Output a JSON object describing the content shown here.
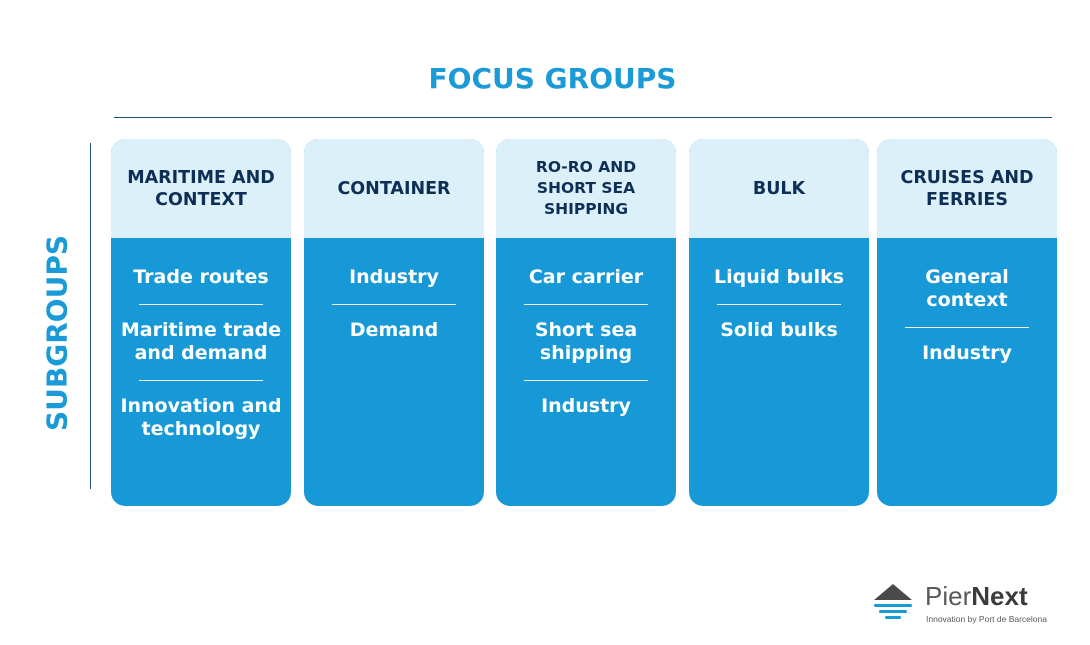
{
  "title": "FOCUS GROUPS",
  "side_label": "SUBGROUPS",
  "columns": [
    {
      "header": "MARITIME AND CONTEXT",
      "items": [
        "Trade routes",
        "Maritime trade and demand",
        "Innovation and technology"
      ]
    },
    {
      "header": "CONTAINER",
      "items": [
        "Industry",
        "Demand"
      ]
    },
    {
      "header": "RO-RO AND SHORT SEA SHIPPING",
      "items": [
        "Car carrier",
        "Short sea shipping",
        "Industry"
      ]
    },
    {
      "header": "BULK",
      "items": [
        "Liquid bulks",
        "Solid bulks"
      ]
    },
    {
      "header": "CRUISES AND FERRIES",
      "items": [
        "General context",
        "Industry"
      ]
    }
  ],
  "logo": {
    "name_light": "Pier",
    "name_bold": "Next",
    "tagline": "Innovation by Port de Barcelona",
    "icon": "pier-wave-icon"
  },
  "colors": {
    "accent": "#1a9ad6",
    "body": "#1699d6",
    "header_bg": "#dcf0fa",
    "header_text": "#0e2f55",
    "rule": "#1f4f7a"
  }
}
